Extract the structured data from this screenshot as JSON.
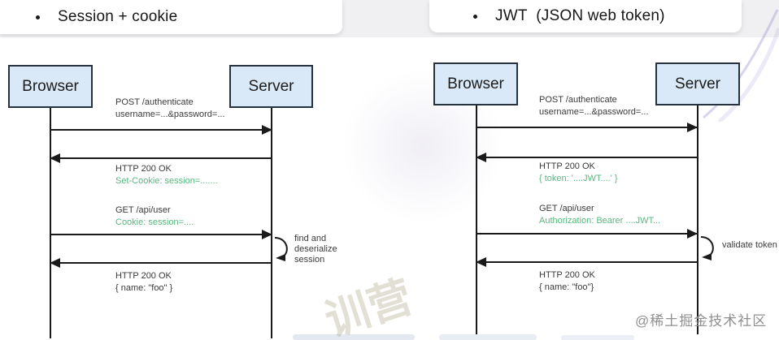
{
  "header": {
    "bullet": "•"
  },
  "diagrams": [
    {
      "title": "Session + cookie",
      "actors": [
        "Browser",
        "Server"
      ],
      "messages": [
        {
          "from": "Browser",
          "to": "Server",
          "line1": "POST /authenticate",
          "line2": "username=...&password=..."
        },
        {
          "from": "Server",
          "to": "Browser",
          "line1": "HTTP 200 OK",
          "line2": "Set-Cookie: session=......."
        },
        {
          "from": "Browser",
          "to": "Server",
          "line1": "GET /api/user",
          "line2": "Cookie: session=...."
        },
        {
          "from": "Server",
          "to": "Browser",
          "line1": "HTTP 200 OK",
          "line2": "{ name: \"foo\" }"
        }
      ],
      "server_note": "find and\ndeserialize\nsession"
    },
    {
      "title": "JWT  (JSON web token)",
      "actors": [
        "Browser",
        "Server"
      ],
      "messages": [
        {
          "from": "Browser",
          "to": "Server",
          "line1": "POST /authenticate",
          "line2": "username=...&password=..."
        },
        {
          "from": "Server",
          "to": "Browser",
          "line1": "HTTP 200 OK",
          "line2": "{ token: '....JWT....' }"
        },
        {
          "from": "Browser",
          "to": "Server",
          "line1": "GET /api/user",
          "line2": "Authorization: Bearer ....JWT..."
        },
        {
          "from": "Server",
          "to": "Browser",
          "line1": "HTTP 200 OK",
          "line2": "{ name: \"foo\"}"
        }
      ],
      "server_note": "validate token"
    }
  ],
  "footer": {
    "credit": "@稀土掘金技术社区"
  },
  "watermarks": {
    "ghost_text": "训营"
  },
  "colors": {
    "actor_fill": "#d9e9f7",
    "actor_border": "#26323e",
    "line": "#1a1a1a",
    "label_text": "#3a3a3a",
    "highlight_green": "#58b77f",
    "header_strip": "#f0f0f2",
    "credit_gray": "#8f8f8f"
  }
}
